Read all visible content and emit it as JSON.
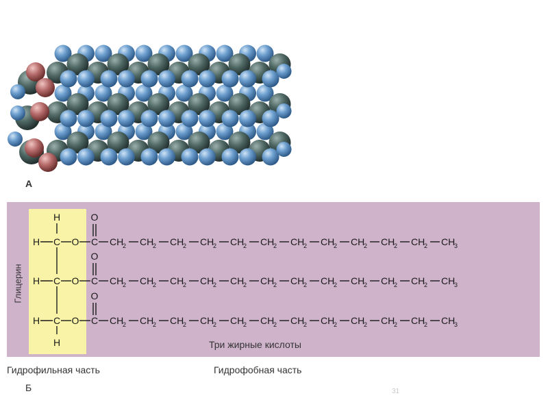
{
  "figure_a": {
    "label": "А",
    "colors": {
      "hydrogen": "#6d9fcf",
      "carbon": "#4f6864",
      "oxygen": "#b56b6a"
    }
  },
  "figure_b": {
    "label": "Б",
    "glycerol_label": "Глицерин",
    "fatty_acids_label": "Три жирные кислоты",
    "hydrophilic_label": "Гидрофильная часть",
    "hydrophobic_label": "Гидрофобная часть",
    "panel_color": "#cfb3cb",
    "glycerol_color": "#f8f3a6",
    "formula": {
      "top_h": "H",
      "bottom_h": "H",
      "rows": [
        {
          "h": "H",
          "c": "C",
          "o": "O",
          "carbonyl_o": "O",
          "carbonyl_c": "C",
          "chain_units": 11,
          "unit": "CH2",
          "end": "CH3"
        },
        {
          "h": "H",
          "c": "C",
          "o": "O",
          "carbonyl_o": "O",
          "carbonyl_c": "C",
          "chain_units": 11,
          "unit": "CH2",
          "end": "CH3"
        },
        {
          "h": "H",
          "c": "C",
          "o": "O",
          "carbonyl_o": "O",
          "carbonyl_c": "C",
          "chain_units": 11,
          "unit": "CH2",
          "end": "CH3"
        }
      ]
    }
  },
  "page_number": "31"
}
